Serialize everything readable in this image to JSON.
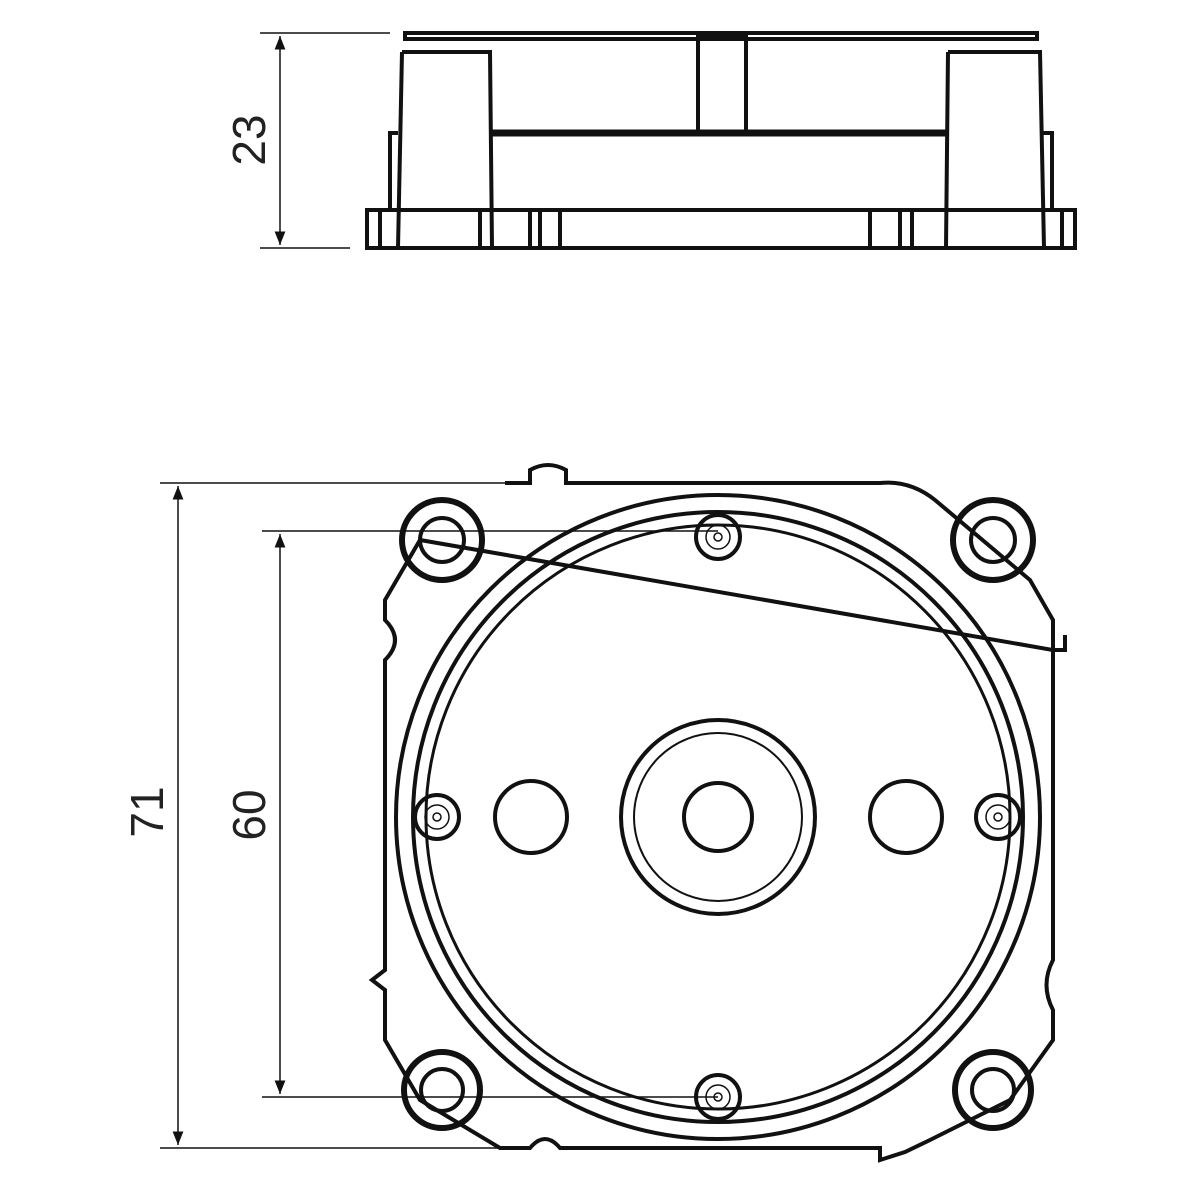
{
  "dimensions": {
    "height_side": "23",
    "outer_size": "71",
    "mount_spacing": "60"
  },
  "colors": {
    "line": "#111111",
    "background": "#ffffff"
  }
}
